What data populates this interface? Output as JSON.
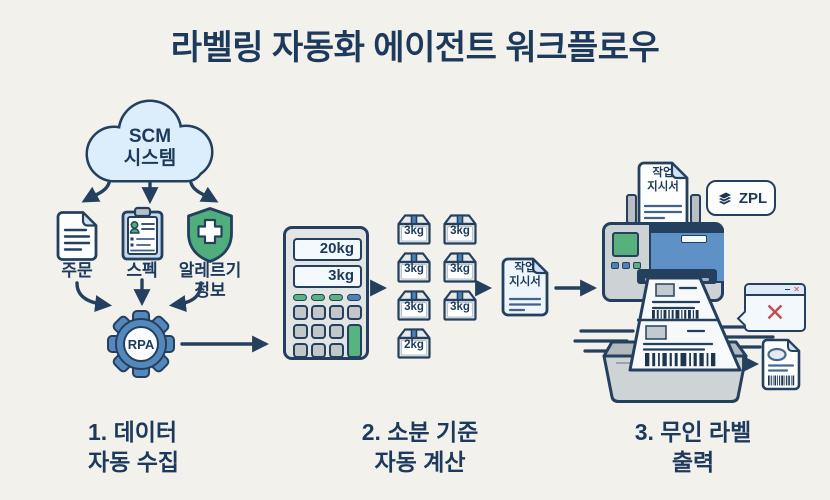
{
  "title": "라벨링 자동화 에이전트 워크플로우",
  "step1": {
    "cloud_label": "SCM\n시스템",
    "source_order": "주문",
    "source_spec": "스펙",
    "source_allergy": "알레르기\n정보",
    "gear_label": "RPA",
    "caption": "1. 데이터\n자동 수집"
  },
  "step2": {
    "display_total": "20kg",
    "display_unit": "3kg",
    "boxes": [
      "3kg",
      "3kg",
      "3kg",
      "3kg",
      "3kg",
      "3kg",
      "2kg"
    ],
    "work_order_label": "작업\n지시서",
    "caption": "2. 소분 기준\n자동 계산"
  },
  "step3": {
    "feed_doc_label": "작업\n지시서",
    "zpl_label": "ZPL",
    "popup_minimize": "–",
    "popup_close": "✕",
    "popup_error": "✕",
    "caption": "3. 무인 라벨\n출력"
  },
  "colors": {
    "background": "#f2f1ec",
    "outline_navy": "#24405e",
    "text_navy": "#1d3a5c",
    "accent_blue": "#4d82b8",
    "light_blue_fill": "#d9eaf8",
    "green": "#4fae7c",
    "gray": "#cdd2d5",
    "red": "#c94b4b"
  }
}
